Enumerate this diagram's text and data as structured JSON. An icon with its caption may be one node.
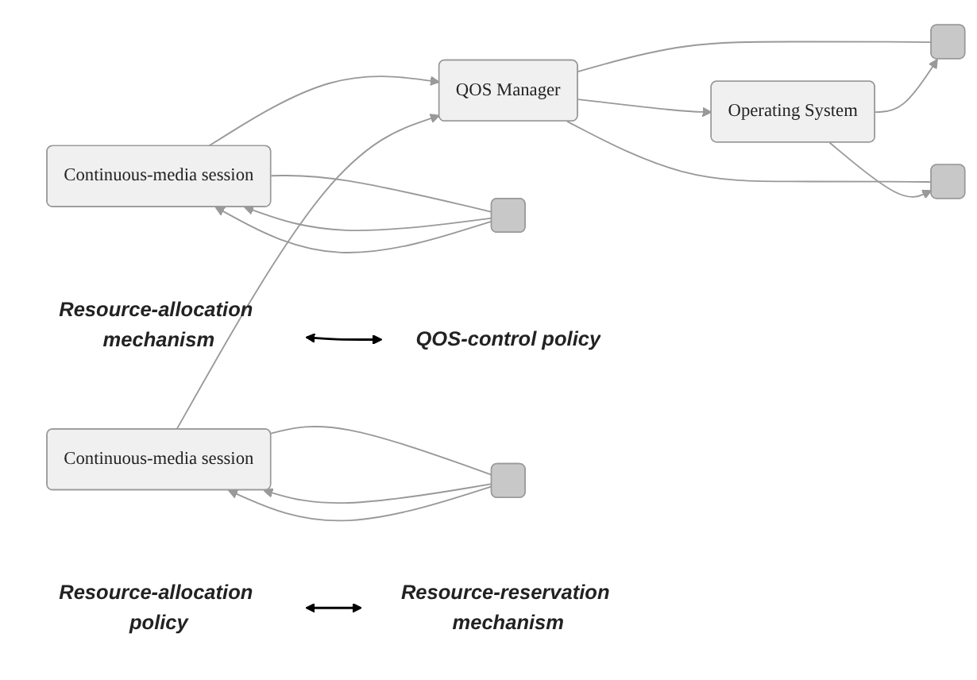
{
  "diagram": {
    "nodes": [
      {
        "text": [
          "QOS Manager"
        ]
      },
      {
        "text": [
          "Continuous-media session"
        ]
      },
      {
        "text": [],
        "shape": "box"
      },
      {
        "text": [],
        "shape": "box"
      },
      {
        "text": [
          "Resource-allocation mechanism"
        ]
      },
      {
        "text": [
          "QOS-control policy"
        ]
      },
      {
        "text": [
          "Continuous-media session"
        ]
      },
      {
        "text": [
          "Resource-allocation policy"
        ]
      },
      {
        "text": [],
        "shape": "box"
      },
      {
        "text": [],
        "shape": "box"
      },
      {
        "text": [
          "Resource-reservation mechanism"
        ]
      },
      {
        "text": [
          "Operating System"
        ]
      }
    ],
    "edges": [
      {
        "from": 1,
        "to": 0,
        "arrow": "to"
      },
      {
        "from": 0,
        "to": 2,
        "arrow": "none"
      },
      {
        "from": 3,
        "to": 1,
        "arrow": "to"
      },
      {
        "from": 1,
        "to": 3,
        "arrow": "none"
      },
      {
        "from": 3,
        "to": 1,
        "arrow": "to"
      },
      {
        "from": 4,
        "to": 5,
        "arrow": "both",
        "color": "#000000"
      },
      {
        "from": 6,
        "to": 0,
        "arrow": "to"
      },
      {
        "from": 0,
        "to": 8,
        "arrow": "none"
      },
      {
        "from": 9,
        "to": 6,
        "arrow": "to"
      },
      {
        "from": 6,
        "to": 9,
        "arrow": "none"
      },
      {
        "from": 9,
        "to": 6,
        "arrow": "to"
      },
      {
        "from": 7,
        "to": 10,
        "arrow": "both",
        "color": "#000000"
      },
      {
        "from": 0,
        "to": 11,
        "arrow": "to"
      },
      {
        "from": 11,
        "to": 2,
        "arrow": "to"
      },
      {
        "from": 11,
        "to": 8,
        "arrow": "to"
      }
    ]
  }
}
